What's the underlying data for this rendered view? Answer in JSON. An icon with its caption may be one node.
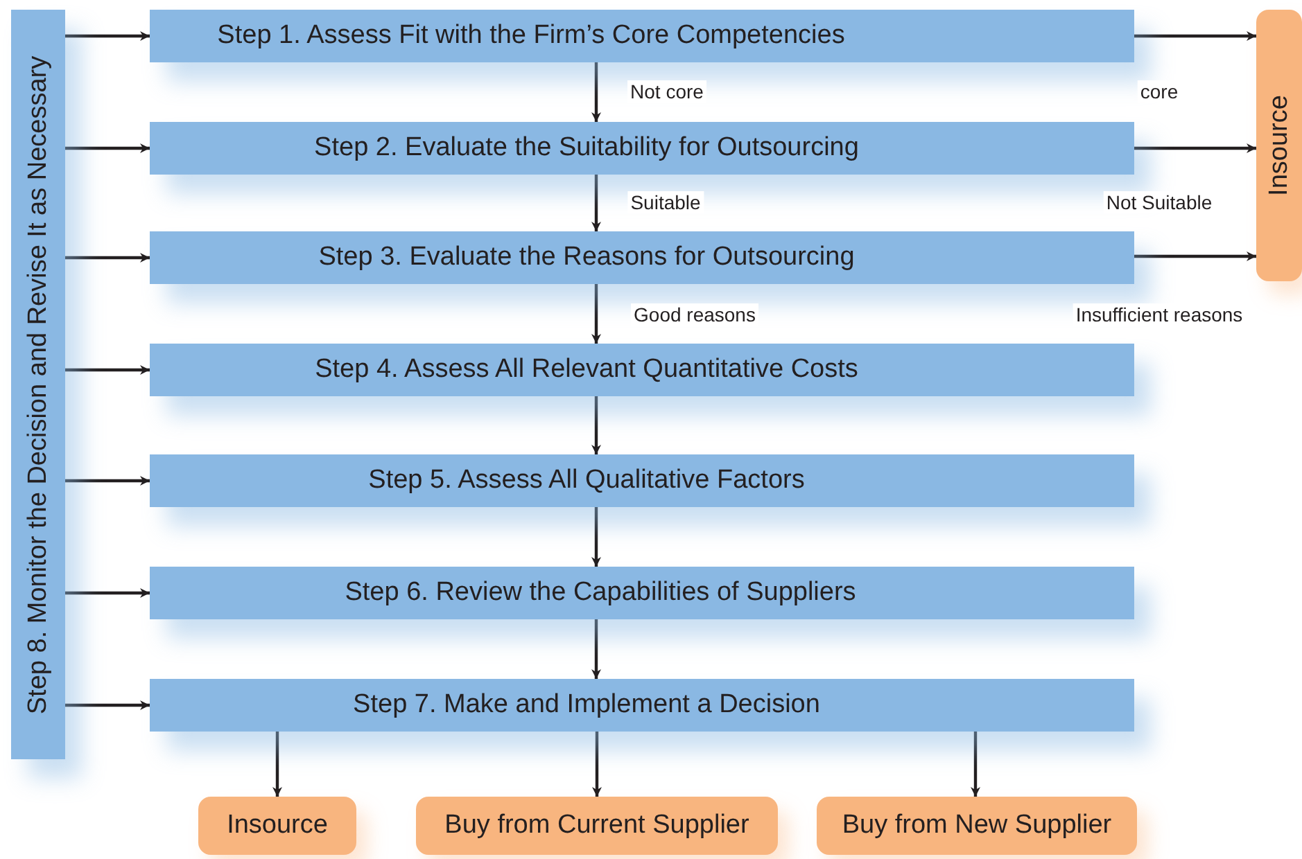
{
  "diagram": {
    "nodes": [
      {
        "text": [
          "Step 1. Assess Fit with the Firm’s Core Competencies"
        ]
      },
      {
        "text": [
          "Step 2. Evaluate the Suitability for Outsourcing"
        ]
      },
      {
        "text": [
          "Step 3. Evaluate the Reasons for Outsourcing"
        ]
      },
      {
        "text": [
          "Step 4. Assess All Relevant Quantitative Costs"
        ]
      },
      {
        "text": [
          "Step 5. Assess All Qualitative Factors"
        ]
      },
      {
        "text": [
          "Step 6. Review the Capabilities of Suppliers"
        ]
      },
      {
        "text": [
          "Step 7. Make and Implement a Decision"
        ]
      },
      {
        "text": [
          "Step 8. Monitor the Decision and Revise It as Necessary"
        ]
      },
      {
        "text": [
          "Insource"
        ]
      },
      {
        "text": [
          "Insource"
        ]
      },
      {
        "text": [
          "Buy from Current Supplier"
        ]
      },
      {
        "text": [
          "Buy from New Supplier"
        ]
      }
    ],
    "edges": [
      {
        "from": 7,
        "to": 0,
        "arrow": "to"
      },
      {
        "from": 7,
        "to": 1,
        "arrow": "to"
      },
      {
        "from": 7,
        "to": 2,
        "arrow": "to"
      },
      {
        "from": 7,
        "to": 3,
        "arrow": "to"
      },
      {
        "from": 7,
        "to": 4,
        "arrow": "to"
      },
      {
        "from": 7,
        "to": 5,
        "arrow": "to"
      },
      {
        "from": 7,
        "to": 6,
        "arrow": "to"
      },
      {
        "from": 0,
        "to": 1,
        "arrow": "to",
        "label": "Not core"
      },
      {
        "from": 1,
        "to": 2,
        "arrow": "to",
        "label": "Suitable"
      },
      {
        "from": 2,
        "to": 3,
        "arrow": "to",
        "label": "Good reasons"
      },
      {
        "from": 3,
        "to": 4,
        "arrow": "to"
      },
      {
        "from": 4,
        "to": 5,
        "arrow": "to"
      },
      {
        "from": 5,
        "to": 6,
        "arrow": "to"
      },
      {
        "from": 0,
        "to": 8,
        "arrow": "to",
        "label": "core"
      },
      {
        "from": 1,
        "to": 8,
        "arrow": "to",
        "label": "Not Suitable"
      },
      {
        "from": 2,
        "to": 8,
        "arrow": "to",
        "label": "Insufficient reasons"
      },
      {
        "from": 6,
        "to": 9,
        "arrow": "to"
      },
      {
        "from": 6,
        "to": 10,
        "arrow": "to"
      },
      {
        "from": 6,
        "to": 11,
        "arrow": "to"
      }
    ]
  }
}
